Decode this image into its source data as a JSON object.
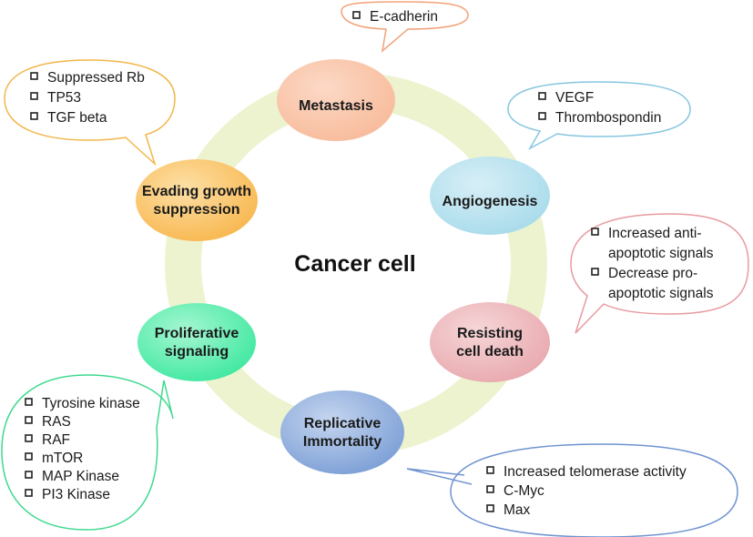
{
  "center": {
    "label": "Cancer cell"
  },
  "ring": {
    "color": "#edf3cf"
  },
  "nodes": [
    {
      "id": "metastasis",
      "lines": [
        "Metastasis"
      ],
      "fill": "#f8bb9b",
      "gradient_light": "#fcd9c6"
    },
    {
      "id": "angiogenesis",
      "lines": [
        "Angiogenesis"
      ],
      "fill": "#a8dbeb",
      "gradient_light": "#d7eff7"
    },
    {
      "id": "resisting-cell-death",
      "lines": [
        "Resisting",
        "cell death"
      ],
      "fill": "#e8a9ae",
      "gradient_light": "#f6d6d8"
    },
    {
      "id": "replicative-immortality",
      "lines": [
        "Replicative",
        "Immortality"
      ],
      "fill": "#7c9fd6",
      "gradient_light": "#c5d5ef"
    },
    {
      "id": "proliferative-signaling",
      "lines": [
        "Proliferative",
        "signaling"
      ],
      "fill": "#3fe8a0",
      "gradient_light": "#a6f7d2"
    },
    {
      "id": "evading-growth-suppression",
      "lines": [
        "Evading growth",
        "suppression"
      ],
      "fill": "#f8b74f",
      "gradient_light": "#fde0a6"
    }
  ],
  "bubbles": [
    {
      "id": "metastasis",
      "stroke": "#f2a27a",
      "items": [
        "E-cadherin"
      ]
    },
    {
      "id": "angiogenesis",
      "stroke": "#86c6e0",
      "items": [
        "VEGF",
        "Thrombospondin"
      ]
    },
    {
      "id": "resisting-cell-death",
      "stroke": "#e79aa0",
      "items": [
        "Increased anti-",
        "apoptotic signals",
        "Decrease pro-",
        "apoptotic signals"
      ],
      "bulleted": [
        true,
        false,
        true,
        false
      ]
    },
    {
      "id": "replicative-immortality",
      "stroke": "#6f93d0",
      "items": [
        "Increased telomerase activity",
        "C-Myc",
        "Max"
      ]
    },
    {
      "id": "proliferative-signaling",
      "stroke": "#3ed990",
      "items": [
        "Tyrosine kinase",
        "RAS",
        "RAF",
        "mTOR",
        "MAP Kinase",
        "PI3 Kinase"
      ]
    },
    {
      "id": "evading-growth-suppression",
      "stroke": "#f2b64a",
      "items": [
        "Suppressed Rb",
        "TP53",
        "TGF beta"
      ]
    }
  ]
}
